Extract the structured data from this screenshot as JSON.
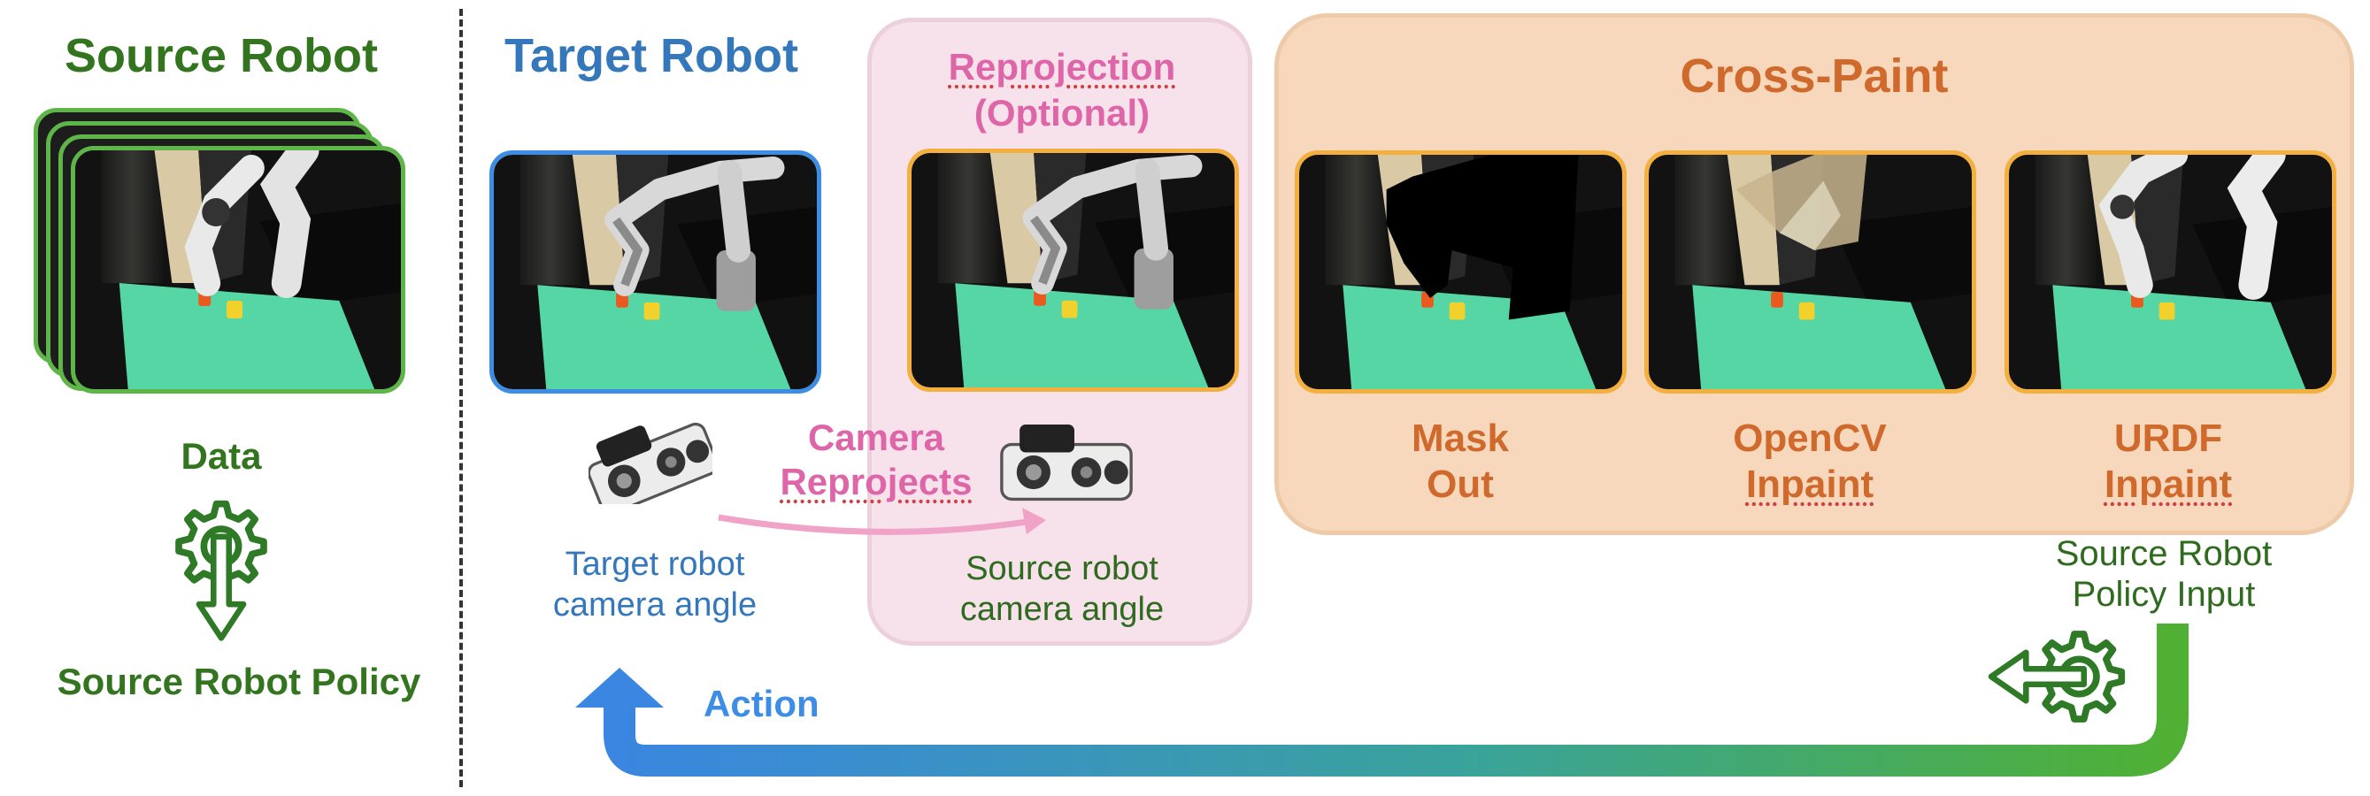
{
  "source_section": {
    "title": "Source Robot",
    "data_label": "Data",
    "policy_label": "Source Robot Policy"
  },
  "target_section": {
    "title": "Target Robot",
    "camera_label_line1": "Target robot",
    "camera_label_line2": "camera angle"
  },
  "reprojection": {
    "title_line1": "Reprojection",
    "title_line2": "(Optional)",
    "arrow_label_line1": "Camera",
    "arrow_label_line2": "Reprojects",
    "camera_label_line1": "Source robot",
    "camera_label_line2": "camera angle"
  },
  "cross_paint": {
    "title": "Cross-Paint",
    "methods": [
      {
        "line1": "Mask",
        "line2": "Out"
      },
      {
        "line1": "OpenCV",
        "line2": "Inpaint"
      },
      {
        "line1": "URDF",
        "line2": "Inpaint"
      }
    ]
  },
  "policy_input": {
    "line1": "Source Robot",
    "line2": "Policy Input"
  },
  "action_label": "Action",
  "colors": {
    "green": "#33741f",
    "frame_green": "#5fb648",
    "frame_blue": "#3d8de6",
    "frame_orange": "#f4b03e",
    "pink": "#de66a8",
    "orange": "#d0692c",
    "table": "#55d6a4"
  }
}
